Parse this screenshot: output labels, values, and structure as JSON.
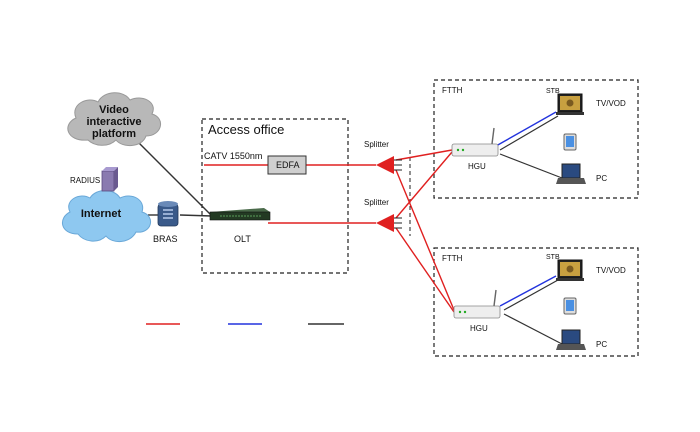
{
  "clouds": {
    "video": [
      "Video",
      "interactive",
      "platform"
    ],
    "internet": "Internet"
  },
  "labels": {
    "radius": "RADIUS",
    "bras": "BRAS",
    "olt": "OLT",
    "access_office": "Access office",
    "catv": "CATV  1550nm",
    "edfa": "EDFA",
    "splitter_top": "Splitter",
    "splitter_bottom": "Splitter"
  },
  "ftth_groups": [
    {
      "title": "FTTH",
      "hgu": "HGU",
      "stb": "STB",
      "tv": "TV/VOD",
      "pc": "PC"
    },
    {
      "title": "FTTH",
      "hgu": "HGU",
      "stb": "STB",
      "tv": "TV/VOD",
      "pc": "PC"
    }
  ],
  "colors": {
    "optical": "#e02020",
    "video_link": "#2233dd",
    "data_link": "#333333",
    "cloud": "#8ec8f0",
    "box_border": "#222222"
  }
}
